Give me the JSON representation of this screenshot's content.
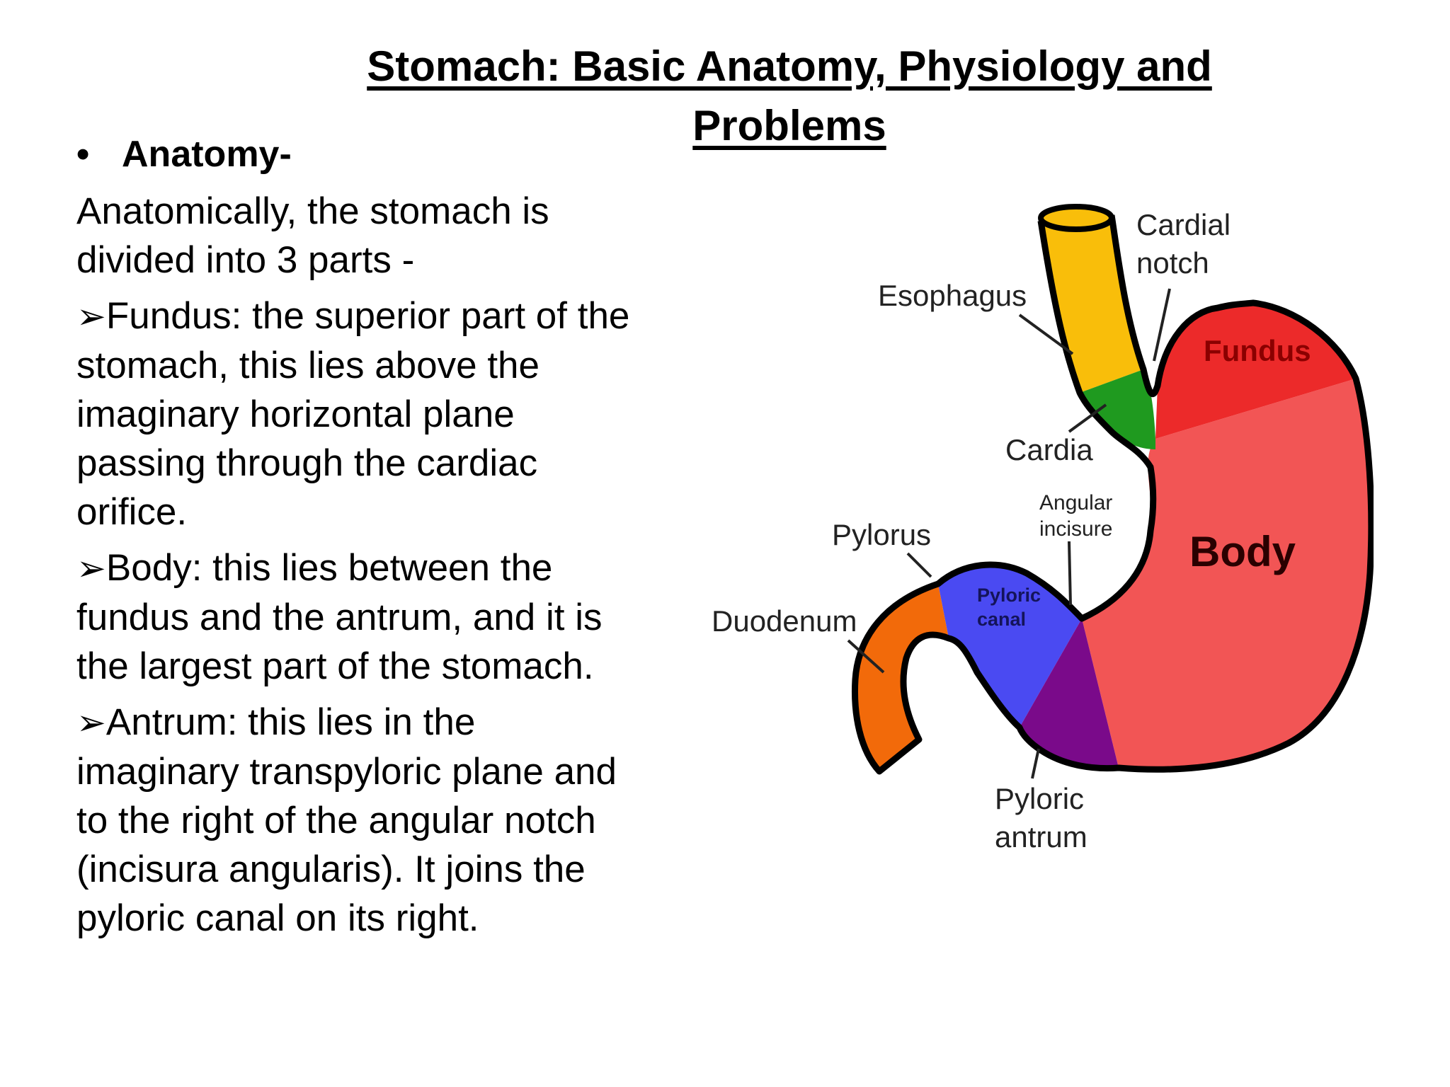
{
  "slide": {
    "title_line1": "Stomach: Basic Anatomy, Physiology and",
    "title_line2": "Problems",
    "bullet_marker": "•",
    "bullet_heading": "Anatomy-",
    "intro": "Anatomically, the stomach is divided into 3 parts -",
    "arrow_marker": "➢",
    "parts": [
      {
        "text": "Fundus: the superior part of the stomach, this lies above the imaginary horizontal plane passing through the cardiac orifice."
      },
      {
        "text": "Body: this lies between the fundus and the antrum, and it is the largest part of the stomach."
      },
      {
        "text": "Antrum: this lies in the imaginary transpyloric plane and to the right of the angular notch (incisura angularis). It joins the pyloric canal on its right."
      }
    ]
  },
  "diagram": {
    "labels": {
      "esophagus": "Esophagus",
      "cardial_notch_1": "Cardial",
      "cardial_notch_2": "notch",
      "fundus": "Fundus",
      "cardia": "Cardia",
      "angular_incisure_1": "Angular",
      "angular_incisure_2": "incisure",
      "body": "Body",
      "pylorus": "Pylorus",
      "pyloric_canal_1": "Pyloric",
      "pyloric_canal_2": "canal",
      "duodenum": "Duodenum",
      "pyloric_antrum_1": "Pyloric",
      "pyloric_antrum_2": "antrum"
    },
    "colors": {
      "esophagus": "#F9BE0A",
      "cardia": "#1F9A1F",
      "fundus": "#EC2A2A",
      "body": "#F25555",
      "pyloric_canal": "#4A4AF2",
      "pyloric_antrum": "#7A0A8A",
      "duodenum": "#F26A0A",
      "outline": "#000000",
      "fundus_label": "#8B0000",
      "body_label": "#2A0000",
      "canal_label": "#14145A"
    }
  }
}
